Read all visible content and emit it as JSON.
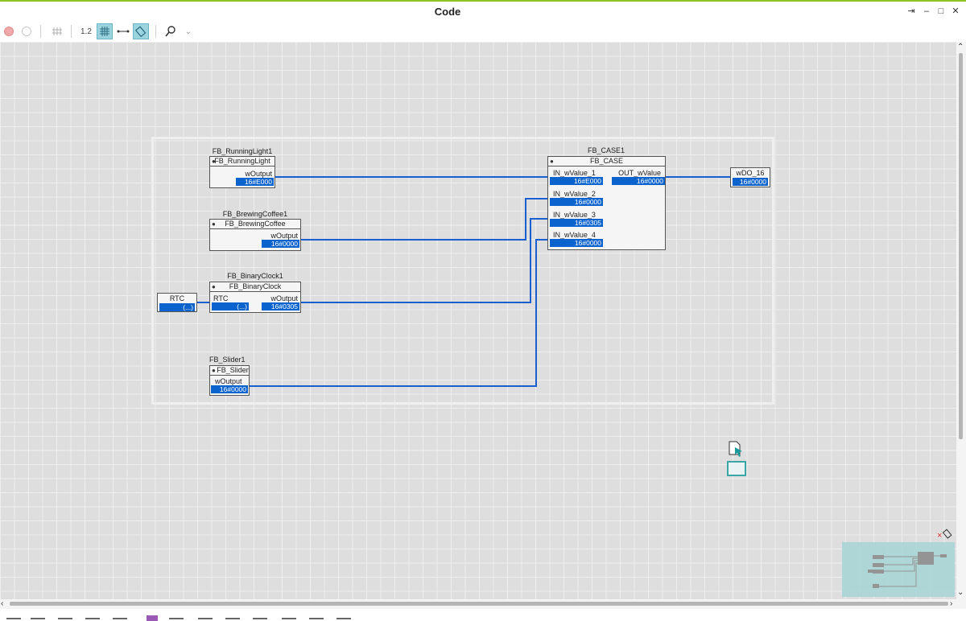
{
  "window": {
    "title": "Code",
    "controls": {
      "pin": "⇥",
      "minimize": "–",
      "maximize": "□",
      "close": "✕"
    }
  },
  "toolbar": {
    "numbering_label": "1.2",
    "icons": [
      "record-icon",
      "stop-icon",
      "align-icon",
      "numbering-icon",
      "grid-icon",
      "connection-icon",
      "eraser-icon",
      "search-icon"
    ]
  },
  "diagram": {
    "blocks": {
      "running_light": {
        "instance": "FB_RunningLight1",
        "type": "FB_RunningLight",
        "out_label": "wOutput",
        "out_value": "16#E000"
      },
      "brewing_coffee": {
        "instance": "FB_BrewingCoffee1",
        "type": "FB_BrewingCoffee",
        "out_label": "wOutput",
        "out_value": "16#0000"
      },
      "binary_clock": {
        "instance": "FB_BinaryClock1",
        "type": "FB_BinaryClock",
        "in_label": "RTC",
        "in_value": "(...)",
        "out_label": "wOutput",
        "out_value": "16#0305"
      },
      "slider": {
        "instance": "FB_Slider1",
        "type": "FB_Slider",
        "out_label": "wOutput",
        "out_value": "16#0000"
      },
      "case": {
        "instance": "FB_CASE1",
        "type": "FB_CASE",
        "inputs": [
          {
            "label": "IN_wValue_1",
            "value": "16#E000"
          },
          {
            "label": "IN_wValue_2",
            "value": "16#0000"
          },
          {
            "label": "IN_wValue_3",
            "value": "16#0305"
          },
          {
            "label": "IN_wValue_4",
            "value": "16#0000"
          }
        ],
        "out_label": "OUT_wValue",
        "out_value": "16#0000"
      }
    },
    "vars": {
      "rtc": {
        "label": "RTC",
        "value": "(...)"
      },
      "wdo": {
        "label": "wDO_16",
        "value": "16#0000"
      }
    }
  },
  "colors": {
    "wire": "#1a5fd0",
    "value_bg": "#0b63ce",
    "accent": "#8fc31f",
    "grid_bg": "#dedede"
  }
}
